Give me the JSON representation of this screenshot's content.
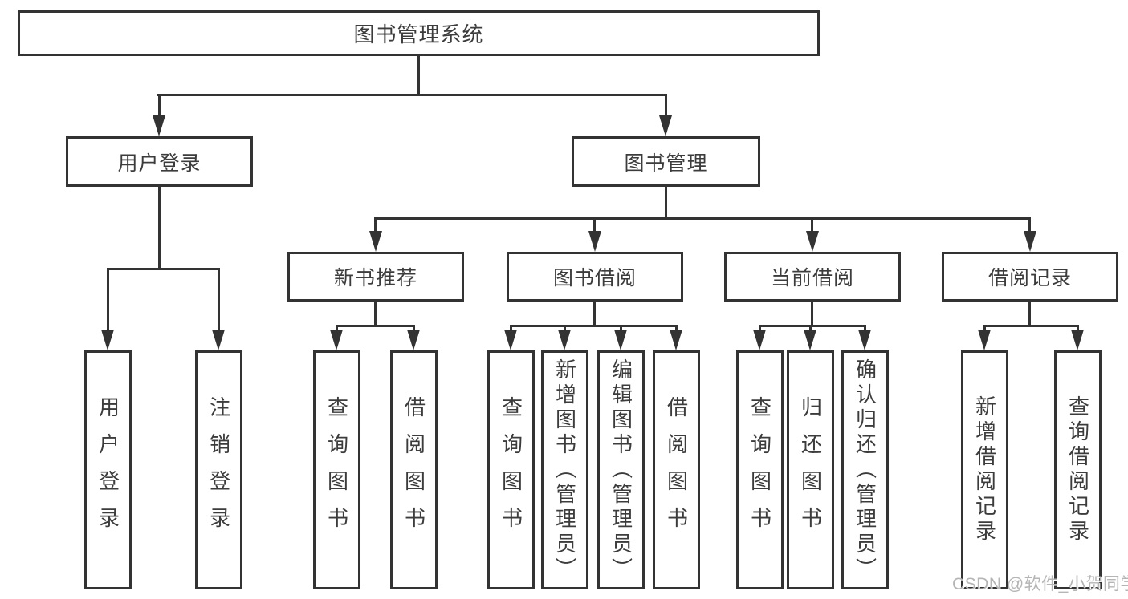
{
  "diagram": {
    "root": {
      "label": "图书管理系统"
    },
    "level1": [
      {
        "label": "用户登录"
      },
      {
        "label": "图书管理"
      }
    ],
    "level2": [
      {
        "label": "新书推荐"
      },
      {
        "label": "图书借阅"
      },
      {
        "label": "当前借阅"
      },
      {
        "label": "借阅记录"
      }
    ],
    "leaves": {
      "users": [
        "用户登录",
        "注销登录"
      ],
      "recommend": [
        "查询图书",
        "借阅图书"
      ],
      "borrow": [
        "查询图书",
        "新增图书（管理员）",
        "编辑图书（管理员）",
        "借阅图书"
      ],
      "current": [
        "查询图书",
        "归还图书",
        "确认归还（管理员）"
      ],
      "records": [
        "新增借阅记录",
        "查询借阅记录"
      ]
    }
  },
  "watermark": "CSDN @软件_小贺同学",
  "colors": {
    "line": "#333333",
    "text": "#3c3c3c",
    "background": "#ffffff",
    "watermark": "#b5b5b5"
  }
}
